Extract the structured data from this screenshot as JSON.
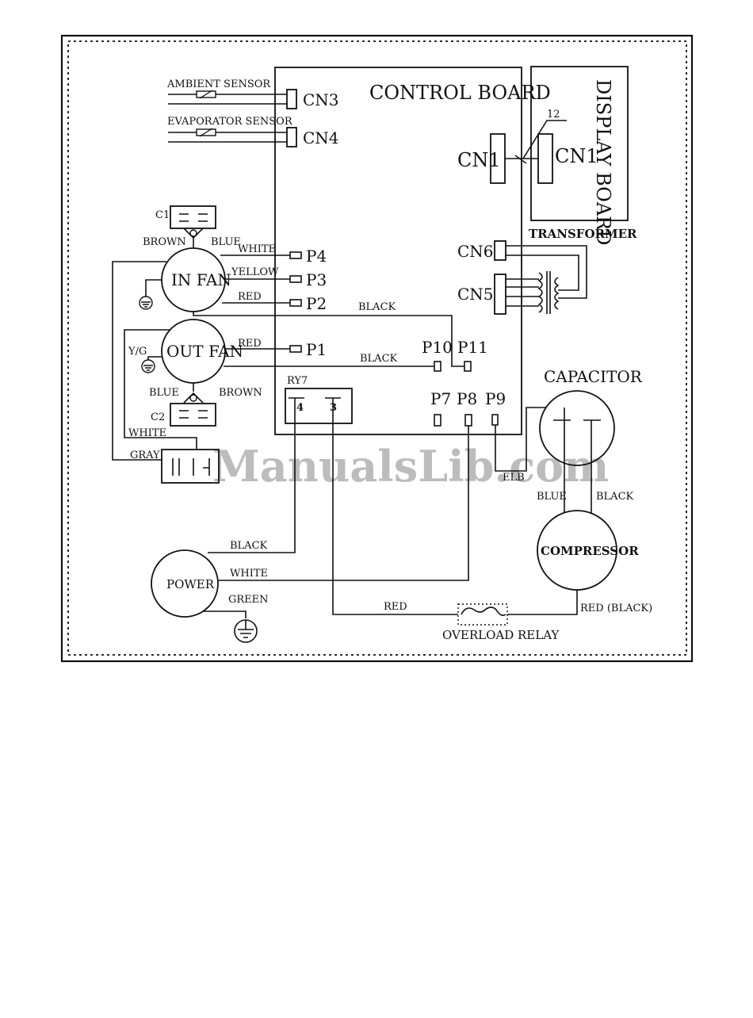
{
  "board": {
    "control_board": "CONTROL BOARD",
    "display_board": "DISPLAY BOARD",
    "transformer": "TRANSFORMER",
    "cn1_control": "CN1",
    "cn1_display": "CN1",
    "cn1_wire_count": "12",
    "cn3": "CN3",
    "cn4": "CN4",
    "cn5": "CN5",
    "cn6": "CN6",
    "p1": "P1",
    "p2": "P2",
    "p3": "P3",
    "p4": "P4",
    "p7": "P7",
    "p8": "P8",
    "p9": "P9",
    "p10": "P10",
    "p11": "P11",
    "relay": "RY7",
    "relay_pin4": "4",
    "relay_pin3": "3"
  },
  "sensors": {
    "ambient": "AMBIENT SENSOR",
    "evaporator": "EVAPORATOR SENSOR"
  },
  "components": {
    "in_fan": "IN FAN",
    "out_fan": "OUT FAN",
    "c1": "C1",
    "c2": "C2",
    "capacitor": "CAPACITOR",
    "compressor": "COMPRESSOR",
    "power": "POWER",
    "overload_relay": "OVERLOAD RELAY"
  },
  "wires": {
    "brown_top": "BROWN",
    "blue_top": "BLUE",
    "white_p4": "WHITE",
    "yellow_p3": "YELLOW",
    "red_p2": "RED",
    "black_p11": "BLACK",
    "yg": "Y/G",
    "red_p1": "RED",
    "black_p10": "BLACK",
    "blue_bottom": "BLUE",
    "brown_bottom": "BROWN",
    "white_left": "WHITE",
    "gray": "GRAY",
    "blue_comp": "BLUE",
    "black_comp": "BLACK",
    "black_power": "BLACK",
    "white_power": "WHITE",
    "green_power": "GREEN",
    "red_overload": "RED",
    "red_black": "RED (BLACK)",
    "p9_wire": "ELB"
  },
  "watermark": "ManualsLib.com"
}
